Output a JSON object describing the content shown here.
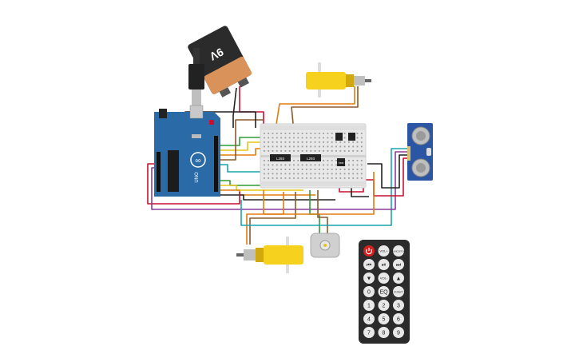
{
  "battery": {
    "label": "9V"
  },
  "arduino": {
    "logo": "∞",
    "brand": "UNO"
  },
  "breadboard": {
    "chip1_label": "L293",
    "chip2_label": "L293",
    "chip3_label": "7805"
  },
  "remote": {
    "buttons": [
      "",
      "VOL+",
      "FUNC/STOP",
      "⏮",
      "⏯",
      "⏭",
      "▼",
      "VOL-",
      "▲",
      "0",
      "EQ",
      "ST/REPT",
      "1",
      "2",
      "3",
      "4",
      "5",
      "6",
      "7",
      "8",
      "9"
    ]
  },
  "colors": {
    "arduino_board": "#2a6aa6",
    "breadboard": "#e8e8e8",
    "motor_yellow": "#f6d21e",
    "remote_body": "#2b2b2b",
    "sensor_board": "#2c55a3",
    "wire_red": "#c8102e",
    "wire_orange": "#e07b12",
    "wire_green": "#2e9b35",
    "wire_yellow": "#e3c51b",
    "wire_brown": "#8a5a2b",
    "wire_purple": "#8b3b9b",
    "wire_teal": "#1aa3b0"
  },
  "icons": {
    "power": "power-icon",
    "rewind": "rewind-icon",
    "play_pause": "play-pause-icon",
    "fast_forward": "fast-forward-icon",
    "down": "down-arrow-icon",
    "up": "up-arrow-icon"
  }
}
